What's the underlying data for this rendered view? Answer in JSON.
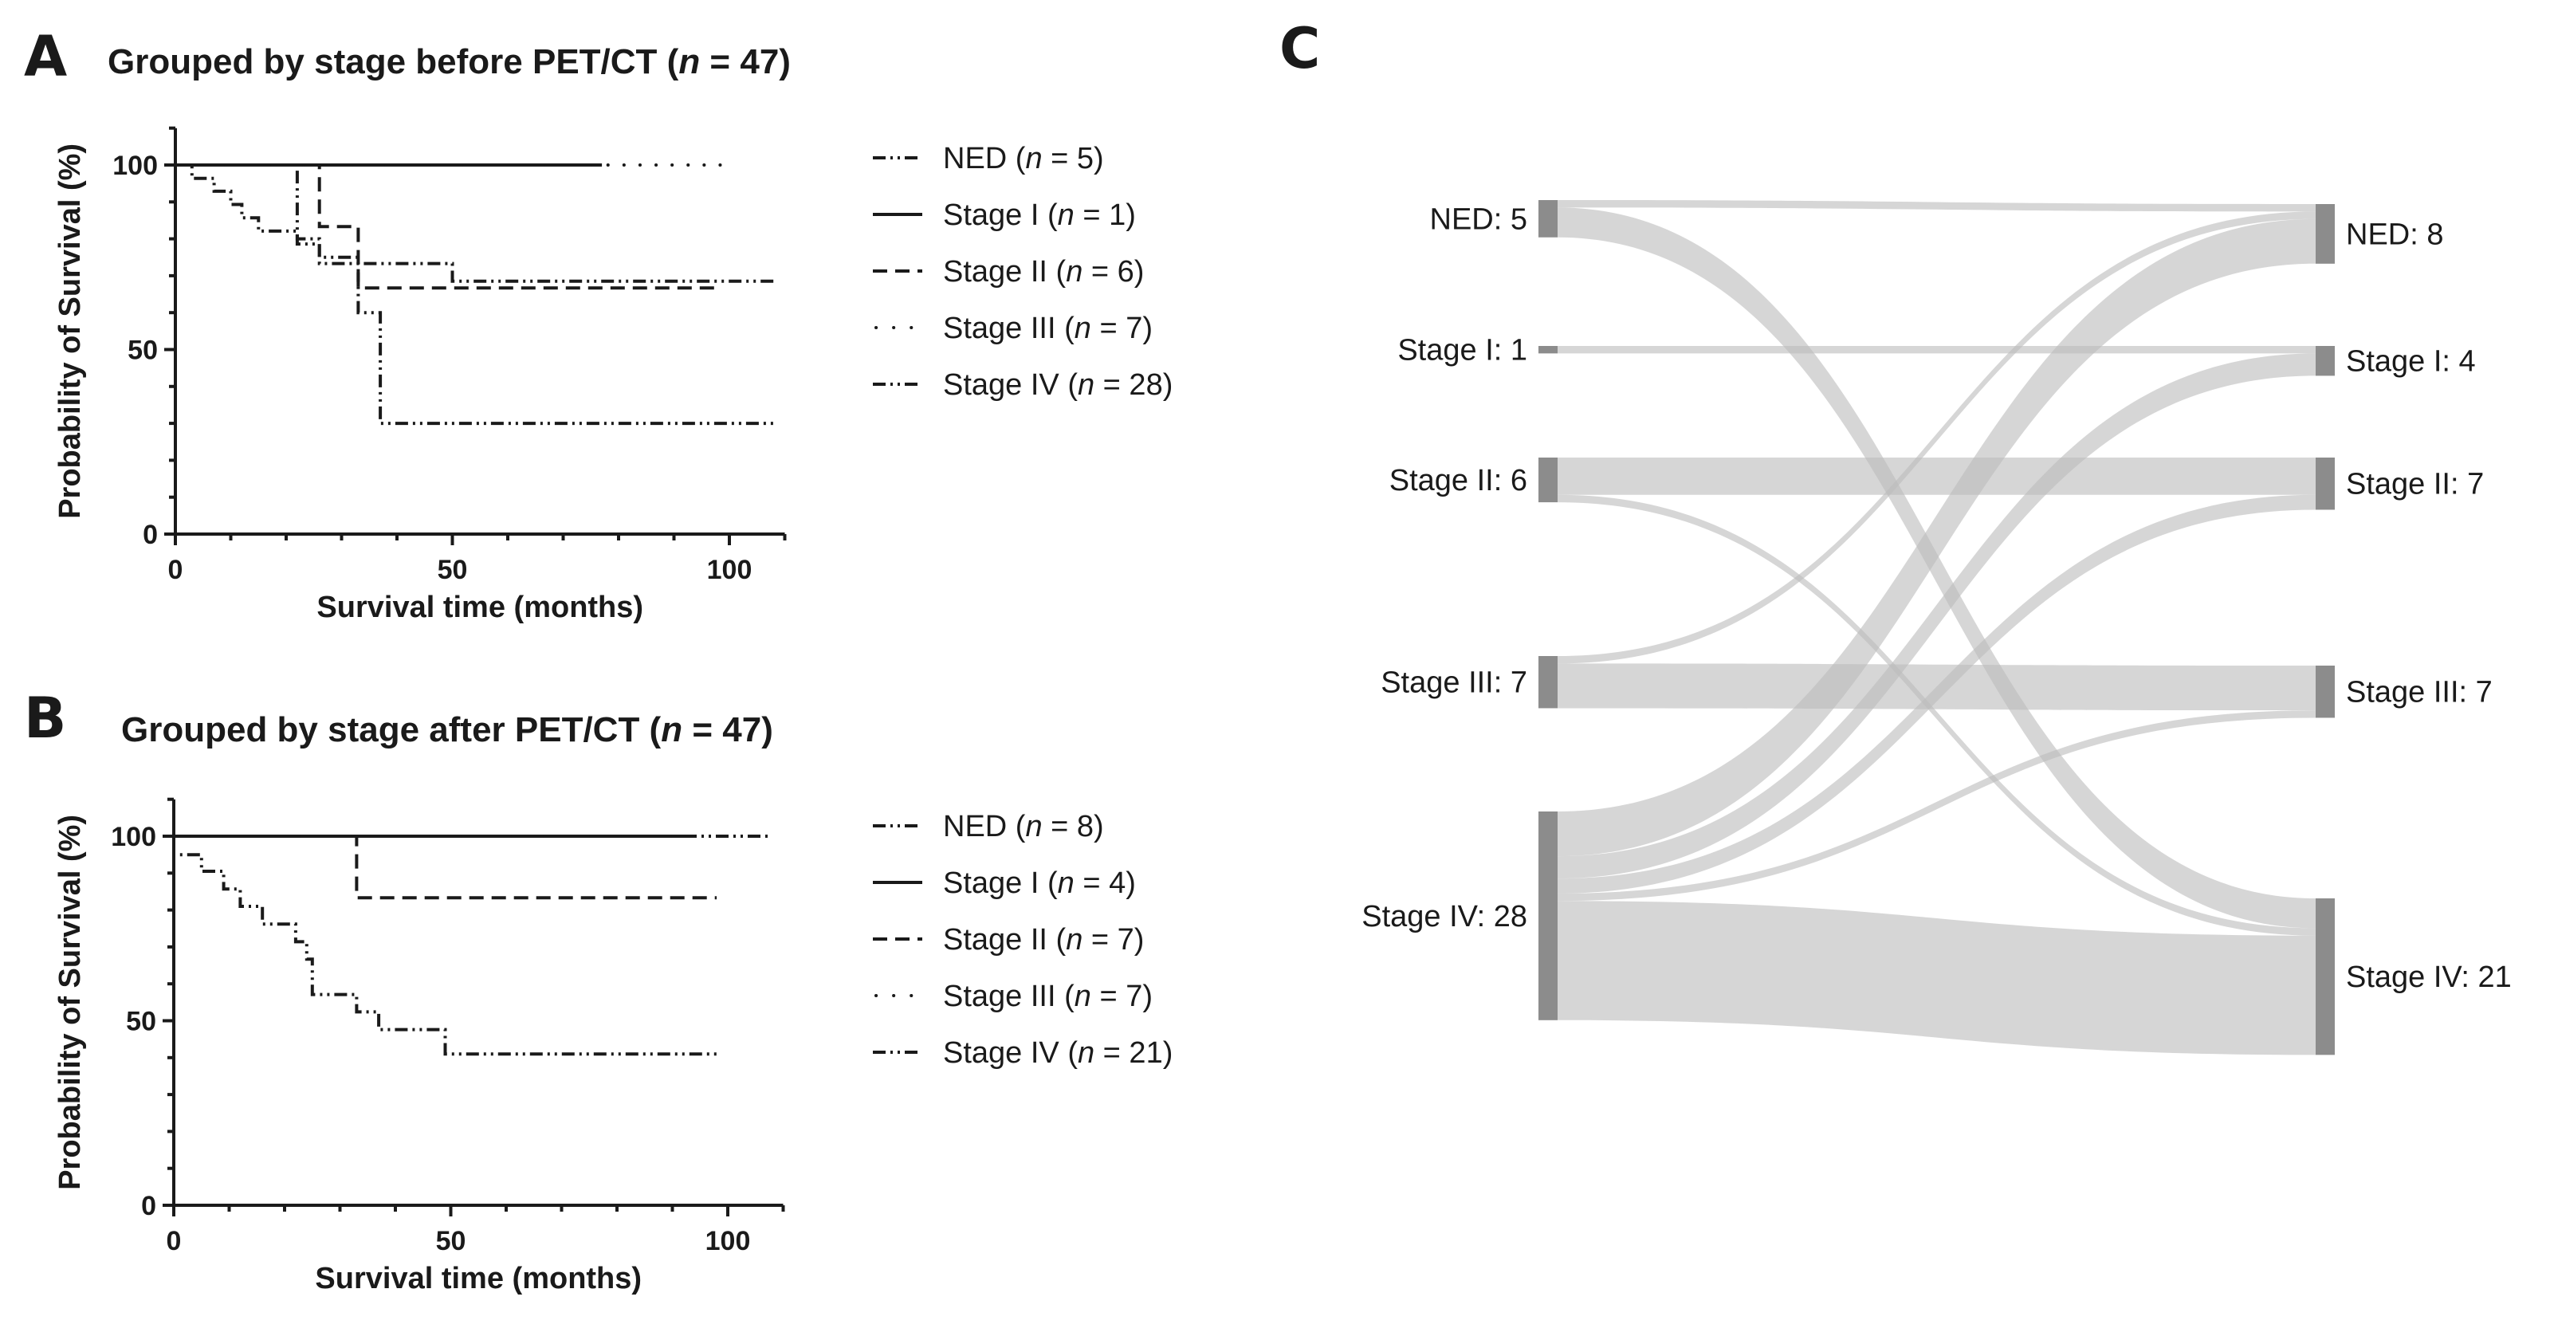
{
  "panels": {
    "a": {
      "letter": "A",
      "title_main": "Grouped by stage before PET/CT (",
      "title_n": "n",
      "title_rest": " = 47)"
    },
    "b": {
      "letter": "B",
      "title_main": "Grouped by stage after PET/CT (",
      "title_n": "n",
      "title_rest": " = 47)"
    },
    "c": {
      "letter": "C"
    }
  },
  "chart_data": [
    {
      "id": "A",
      "type": "line",
      "title": "Grouped by stage before PET/CT (n = 47)",
      "xlabel": "Survival time (months)",
      "ylabel": "Probability of Survival (%)",
      "xlim": [
        0,
        110
      ],
      "ylim": [
        0,
        110
      ],
      "xticks": [
        0,
        50,
        100
      ],
      "yticks": [
        0,
        50,
        100
      ],
      "legend_position": "right",
      "series": [
        {
          "name": "NED",
          "n": "5",
          "dash": "dashdotdot",
          "points": [
            [
              0,
              100
            ],
            [
              22,
              100
            ],
            [
              22,
              80
            ],
            [
              26,
              80
            ],
            [
              26,
              73.3
            ],
            [
              50,
              73.3
            ],
            [
              50,
              68.5
            ],
            [
              108,
              68.5
            ]
          ]
        },
        {
          "name": "Stage I",
          "n": "1",
          "dash": "solid",
          "points": [
            [
              0,
              100
            ],
            [
              77,
              100
            ]
          ]
        },
        {
          "name": "Stage II",
          "n": "6",
          "dash": "dashed",
          "points": [
            [
              0,
              100
            ],
            [
              26,
              100
            ],
            [
              26,
              83.3
            ],
            [
              33,
              83.3
            ],
            [
              33,
              66.7
            ],
            [
              98,
              66.7
            ]
          ]
        },
        {
          "name": "Stage III",
          "n": "7",
          "dash": "dotted",
          "points": [
            [
              0,
              100
            ],
            [
              100,
              100
            ]
          ]
        },
        {
          "name": "Stage IV",
          "n": "28",
          "dash": "dashdotdot",
          "points": [
            [
              0,
              100
            ],
            [
              3,
              100
            ],
            [
              3,
              96.4
            ],
            [
              7,
              96.4
            ],
            [
              7,
              92.9
            ],
            [
              10,
              92.9
            ],
            [
              10,
              89.3
            ],
            [
              12,
              89.3
            ],
            [
              12,
              85.7
            ],
            [
              15,
              85.7
            ],
            [
              15,
              82.1
            ],
            [
              22,
              82.1
            ],
            [
              22,
              78.6
            ],
            [
              26,
              78.6
            ],
            [
              26,
              75
            ],
            [
              33,
              75
            ],
            [
              33,
              60
            ],
            [
              37,
              60
            ],
            [
              37,
              30
            ],
            [
              108,
              30
            ]
          ]
        }
      ]
    },
    {
      "id": "B",
      "type": "line",
      "title": "Grouped by stage after PET/CT (n = 47)",
      "xlabel": "Survival time (months)",
      "ylabel": "Probability of Survival (%)",
      "xlim": [
        0,
        110
      ],
      "ylim": [
        0,
        110
      ],
      "xticks": [
        0,
        50,
        100
      ],
      "yticks": [
        0,
        50,
        100
      ],
      "legend_position": "right",
      "series": [
        {
          "name": "NED",
          "n": "8",
          "dash": "dashdotdot",
          "points": [
            [
              0,
              100
            ],
            [
              108,
              100
            ]
          ]
        },
        {
          "name": "Stage I",
          "n": "4",
          "dash": "solid",
          "points": [
            [
              0,
              100
            ],
            [
              93,
              100
            ]
          ]
        },
        {
          "name": "Stage II ",
          "n": "7",
          "dash": "dashed",
          "points": [
            [
              0,
              100
            ],
            [
              33,
              100
            ],
            [
              33,
              83.3
            ],
            [
              98,
              83.3
            ]
          ]
        },
        {
          "name": "Stage III",
          "n": "7",
          "dash": "dotted",
          "points": [
            [
              0,
              100
            ],
            [
              92,
              100
            ]
          ]
        },
        {
          "name": "Stage IV",
          "n": "21",
          "dash": "dashdotdot",
          "points": [
            [
              0,
              100
            ],
            [
              0,
              95
            ],
            [
              5,
              95
            ],
            [
              5,
              90.5
            ],
            [
              9,
              90.5
            ],
            [
              9,
              85.7
            ],
            [
              12,
              85.7
            ],
            [
              12,
              81
            ],
            [
              16,
              81
            ],
            [
              16,
              76.2
            ],
            [
              22,
              76.2
            ],
            [
              22,
              71.4
            ],
            [
              24,
              71.4
            ],
            [
              24,
              66.7
            ],
            [
              25,
              66.7
            ],
            [
              25,
              57.1
            ],
            [
              33,
              57.1
            ],
            [
              33,
              52.4
            ],
            [
              37,
              52.4
            ],
            [
              37,
              47.6
            ],
            [
              49,
              47.6
            ],
            [
              49,
              41
            ],
            [
              98,
              41
            ]
          ]
        }
      ]
    },
    {
      "id": "C",
      "type": "sankey",
      "left_nodes": [
        {
          "name": "NED",
          "label": "NED: 5",
          "value": 5
        },
        {
          "name": "Stage I",
          "label": "Stage I: 1",
          "value": 1
        },
        {
          "name": "Stage II",
          "label": "Stage II: 6",
          "value": 6
        },
        {
          "name": "Stage III",
          "label": "Stage III: 7",
          "value": 7
        },
        {
          "name": "Stage IV",
          "label": "Stage IV: 28",
          "value": 28
        }
      ],
      "right_nodes": [
        {
          "name": "NED",
          "label": "NED: 8",
          "value": 8
        },
        {
          "name": "Stage I",
          "label": "Stage I: 4",
          "value": 4
        },
        {
          "name": "Stage II",
          "label": "Stage II: 7",
          "value": 7
        },
        {
          "name": "Stage III",
          "label": "Stage III: 7",
          "value": 7
        },
        {
          "name": "Stage IV",
          "label": "Stage IV: 21",
          "value": 21
        }
      ],
      "flows": [
        {
          "from": "NED",
          "to": "NED",
          "value": 1
        },
        {
          "from": "NED",
          "to": "Stage IV",
          "value": 4
        },
        {
          "from": "Stage I",
          "to": "Stage I",
          "value": 1
        },
        {
          "from": "Stage II",
          "to": "Stage II",
          "value": 5
        },
        {
          "from": "Stage II",
          "to": "Stage IV",
          "value": 1
        },
        {
          "from": "Stage III",
          "to": "NED",
          "value": 1
        },
        {
          "from": "Stage III",
          "to": "Stage III",
          "value": 6
        },
        {
          "from": "Stage IV",
          "to": "NED",
          "value": 6
        },
        {
          "from": "Stage IV",
          "to": "Stage I",
          "value": 3
        },
        {
          "from": "Stage IV",
          "to": "Stage II",
          "value": 2
        },
        {
          "from": "Stage IV",
          "to": "Stage III",
          "value": 1
        },
        {
          "from": "Stage IV",
          "to": "Stage IV",
          "value": 16
        }
      ],
      "node_color": "#8c8c8c",
      "flow_color": "#bdbdbd"
    }
  ]
}
